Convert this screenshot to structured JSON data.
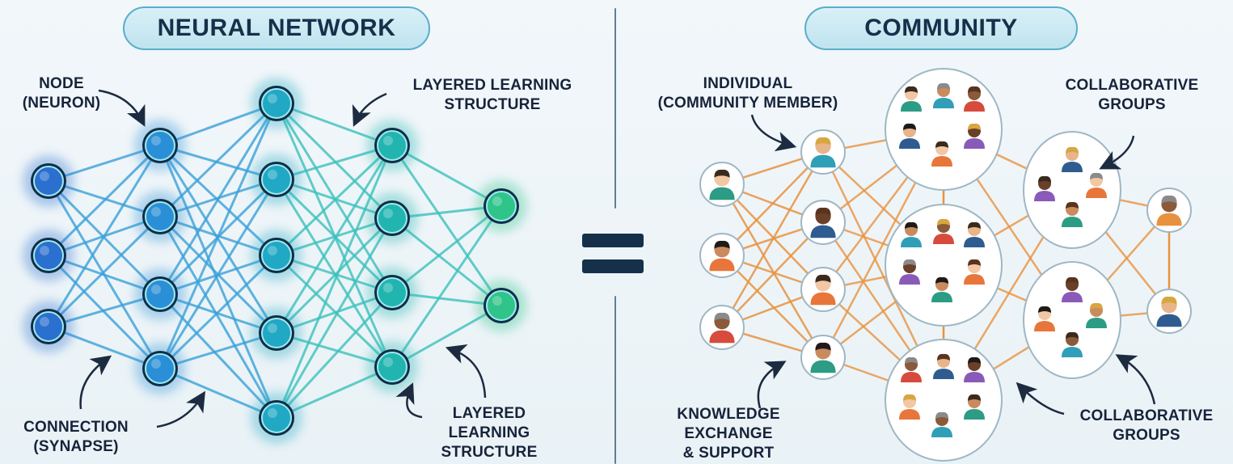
{
  "left_title": "NEURAL NETWORK",
  "right_title": "COMMUNITY",
  "labels": {
    "node": "NODE\n(NEURON)",
    "layered_top": "LAYERED LEARNING\nSTRUCTURE",
    "connection": "CONNECTION\n(SYNAPSE)",
    "layered_bottom": "LAYERED\nLEARNING\nSTRUCTURE",
    "individual": "INDIVIDUAL\n(COMMUNITY MEMBER)",
    "collab_top": "COLLABORATIVE\nGROUPS",
    "knowledge": "KNOWLEDGE\nEXCHANGE\n& SUPPORT",
    "collab_bottom": "COLLABORATIVE\nGROUPS"
  },
  "colors": {
    "neural_blue": "#2b6fcf",
    "neural_teal": "#22b5b0",
    "neural_green": "#2fc48a",
    "community_line": "#e8923f",
    "title_text": "#17304a",
    "equals": "#15314a"
  }
}
